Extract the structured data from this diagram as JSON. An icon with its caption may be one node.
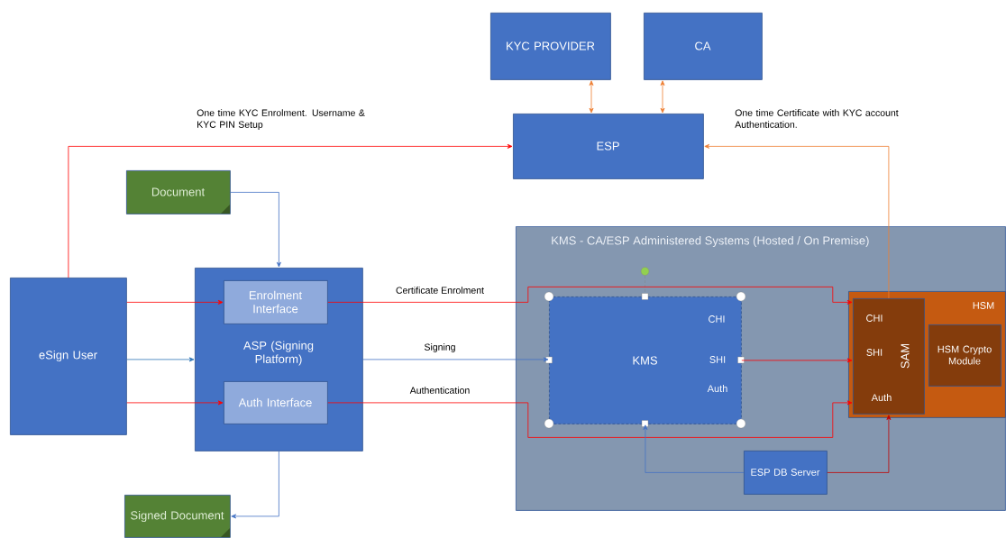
{
  "diagram": {
    "nodes": [
      {
        "text": [
          "KYC PROVIDER"
        ]
      },
      {
        "text": [
          "CA"
        ]
      },
      {
        "text": [
          "ESP"
        ]
      },
      {
        "text": [
          "Document"
        ]
      },
      {
        "text": [
          "eSign User"
        ]
      },
      {
        "text": [
          "ASP (Signing Platform)"
        ]
      },
      {
        "text": [
          "Enrolment Interface"
        ],
        "in": 5
      },
      {
        "text": [
          "Auth Interface"
        ],
        "in": 5
      },
      {
        "text": [
          "Signed Document"
        ]
      },
      {
        "text": [
          "KMS -  CA/ESP Administered Systems (Hosted / On Premise)"
        ]
      },
      {
        "text": [
          "KMS",
          "CHI",
          "SHI",
          "Auth"
        ],
        "in": 9
      },
      {
        "text": [
          "HSM"
        ],
        "in": 9
      },
      {
        "text": [
          "SAM",
          "CHI",
          "SHI",
          "Auth"
        ],
        "in": 11
      },
      {
        "text": [
          "HSM Crypto Module"
        ],
        "in": 11
      },
      {
        "text": [
          "ESP DB Server"
        ],
        "in": 9
      }
    ],
    "edges": [
      {
        "from": 4,
        "to": 2,
        "arrow": "to",
        "label": "One time KYC Enrolment. Username & KYC PIN Setup"
      },
      {
        "from": 0,
        "to": 2,
        "arrow": "both",
        "color": "#ed7d31"
      },
      {
        "from": 1,
        "to": 2,
        "arrow": "both",
        "color": "#ed7d31"
      },
      {
        "from": 12,
        "to": 2,
        "arrow": "to",
        "color": "#ed7d31",
        "label": "One time Certificate with KYC account Authentication."
      },
      {
        "from": 3,
        "to": 5,
        "arrow": "to",
        "color": "#4472c4"
      },
      {
        "from": 4,
        "to": 6,
        "arrow": "to"
      },
      {
        "from": 4,
        "to": 5,
        "arrow": "to",
        "color": "#2e75b6"
      },
      {
        "from": 4,
        "to": 7,
        "arrow": "to"
      },
      {
        "from": 5,
        "to": 8,
        "arrow": "to",
        "color": "#4472c4"
      },
      {
        "from": 6,
        "to": 12,
        "arrow": "to",
        "label": "Certificate Enrolment"
      },
      {
        "from": 5,
        "to": 10,
        "arrow": "to",
        "color": "#4472c4",
        "label": "Signing"
      },
      {
        "from": 7,
        "to": 12,
        "arrow": "to",
        "label": "Authentication"
      },
      {
        "from": 10,
        "to": 12,
        "arrow": "to"
      },
      {
        "from": 14,
        "to": 10,
        "arrow": "to",
        "color": "#4472c4"
      },
      {
        "from": 14,
        "to": 12,
        "arrow": "to",
        "color": "#c00000"
      }
    ]
  }
}
